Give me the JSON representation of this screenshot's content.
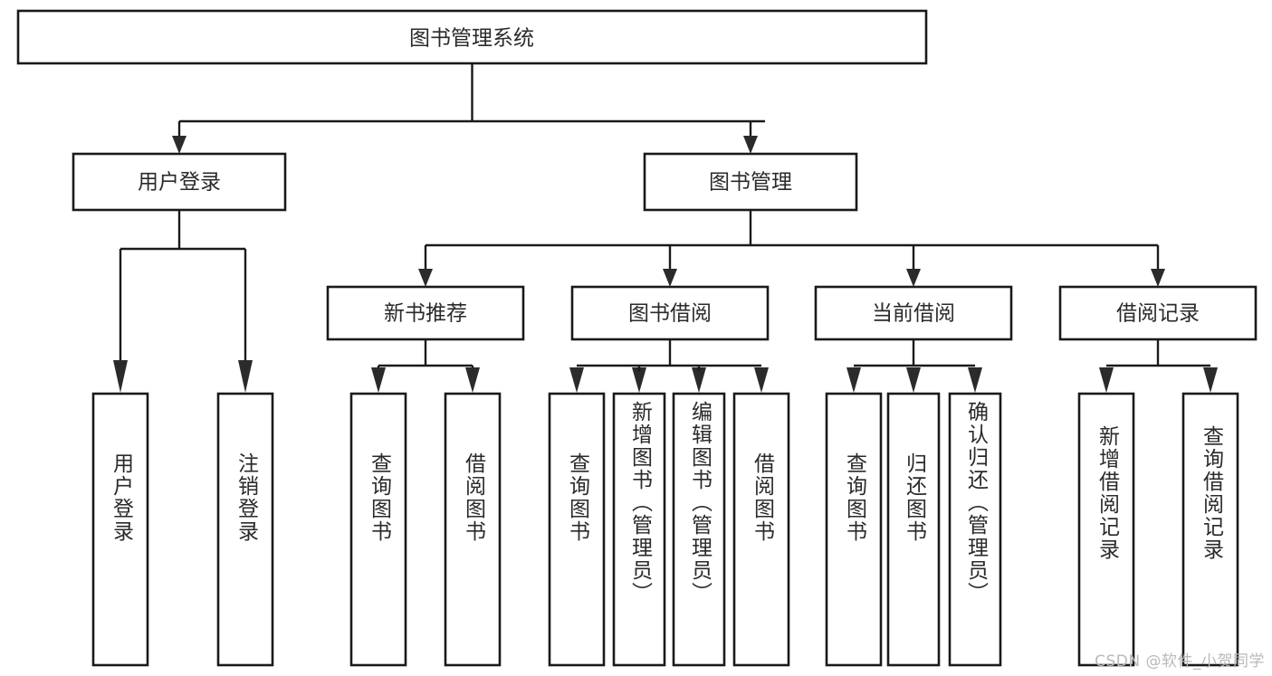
{
  "diagram": {
    "title": "图书管理系统",
    "type": "tree",
    "root": {
      "label": "图书管理系统",
      "children": [
        {
          "label": "用户登录",
          "children": [
            {
              "label": "用户登录"
            },
            {
              "label": "注销登录"
            }
          ]
        },
        {
          "label": "图书管理",
          "children": [
            {
              "label": "新书推荐",
              "children": [
                {
                  "label": "查询图书"
                },
                {
                  "label": "借阅图书"
                }
              ]
            },
            {
              "label": "图书借阅",
              "children": [
                {
                  "label": "查询图书"
                },
                {
                  "label": "新增图书（管理员）"
                },
                {
                  "label": "编辑图书（管理员）"
                },
                {
                  "label": "借阅图书"
                }
              ]
            },
            {
              "label": "当前借阅",
              "children": [
                {
                  "label": "查询图书"
                },
                {
                  "label": "归还图书"
                },
                {
                  "label": "确认归还（管理员）"
                }
              ]
            },
            {
              "label": "借阅记录",
              "children": [
                {
                  "label": "新增借阅记录"
                },
                {
                  "label": "查询借阅记录"
                }
              ]
            }
          ]
        }
      ]
    },
    "nodes": {
      "root": "图书管理系统",
      "l1_user_login": "用户登录",
      "l1_book_mgmt": "图书管理",
      "l2_new_book": "新书推荐",
      "l2_borrow": "图书借阅",
      "l2_current": "当前借阅",
      "l2_record": "借阅记录",
      "leaf_user_login": "用户登录",
      "leaf_logout": "注销登录",
      "leaf_nb_query": "查询图书",
      "leaf_nb_borrow": "借阅图书",
      "leaf_b_query": "查询图书",
      "leaf_b_add": "新增图书（管理员）",
      "leaf_b_edit": "编辑图书（管理员）",
      "leaf_b_borrow": "借阅图书",
      "leaf_c_query": "查询图书",
      "leaf_c_return": "归还图书",
      "leaf_c_confirm": "确认归还（管理员）",
      "leaf_r_add": "新增借阅记录",
      "leaf_r_query": "查询借阅记录"
    },
    "colors": {
      "background": "#ffffff",
      "box_fill": "#ffffff",
      "box_stroke": "#1a1a1a",
      "text": "#2a2a2a",
      "watermark": "#b9b9b9"
    }
  },
  "watermark": {
    "text": "CSDN @软件_小贺同学"
  }
}
